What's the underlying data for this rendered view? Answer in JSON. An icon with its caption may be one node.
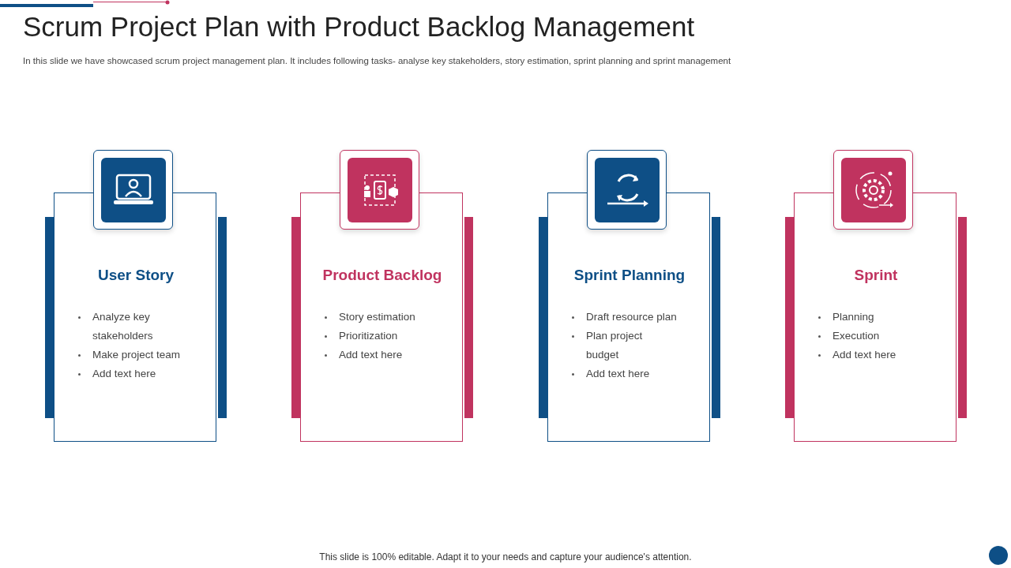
{
  "diagram": {
    "title": "Scrum Project Plan with Product Backlog Management",
    "nodes": [
      {
        "text": [
          "User Story",
          "Analyze key stakeholders",
          "Make project team",
          "Add text here"
        ]
      },
      {
        "text": [
          "Product Backlog",
          "Story estimation",
          "Prioritization",
          "Add text here"
        ]
      },
      {
        "text": [
          "Sprint Planning",
          "Draft resource plan",
          "Plan project budget",
          "Add text here"
        ]
      },
      {
        "text": [
          "Sprint",
          "Planning",
          "Execution",
          "Add text here"
        ]
      }
    ],
    "edges": [],
    "labels": [
      "In this slide we have showcased scrum project management plan. It includes following tasks- analyse key stakeholders, story estimation, sprint planning and sprint management",
      "This slide is 100% editable. Adapt it to your needs and capture your audience's attention."
    ]
  }
}
